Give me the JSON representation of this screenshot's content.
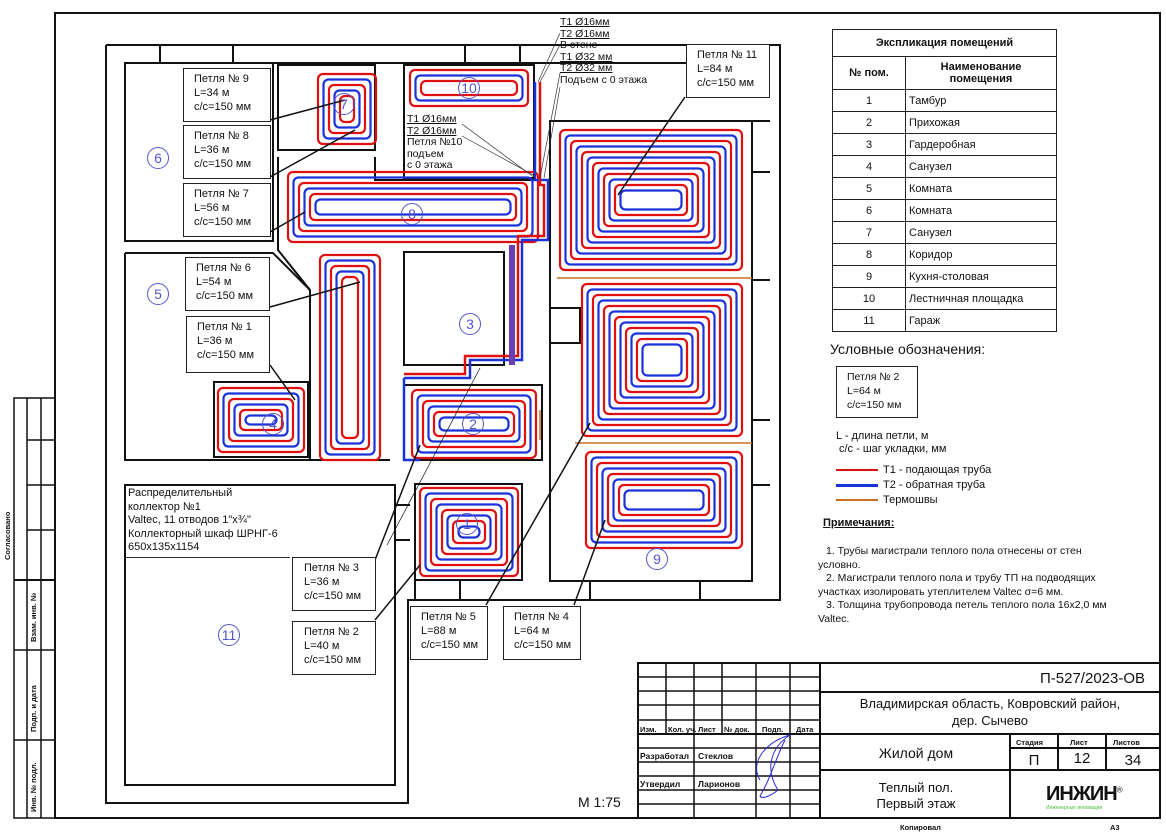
{
  "drawing": {
    "scale_label": "М 1:75",
    "format": "А3",
    "copied_label": "Копировал",
    "agreed_label": "Согласовано",
    "side_fields": [
      "Взам. инв. №",
      "Подп. и дата",
      "Инв. № подл."
    ]
  },
  "colors": {
    "supply": "#e01010",
    "return": "#1a33d9",
    "thermal_joint": "#c8701e",
    "room_number": "#5555cc",
    "logo_green": "#4bbd3a"
  },
  "rooms": [
    {
      "no": "1",
      "name": "Тамбур"
    },
    {
      "no": "2",
      "name": "Прихожая"
    },
    {
      "no": "3",
      "name": "Гардеробная"
    },
    {
      "no": "4",
      "name": "Санузел"
    },
    {
      "no": "5",
      "name": "Комната"
    },
    {
      "no": "6",
      "name": "Комната"
    },
    {
      "no": "7",
      "name": "Санузел"
    },
    {
      "no": "8",
      "name": "Коридор"
    },
    {
      "no": "9",
      "name": "Кухня-столовая"
    },
    {
      "no": "10",
      "name": "Лестничная площадка"
    },
    {
      "no": "11",
      "name": "Гараж"
    }
  ],
  "explication": {
    "title": "Экспликация помещений",
    "col_no": "№ пом.",
    "col_name": "Наименование помещения"
  },
  "loops": {
    "l1": {
      "title": "Петля № 1",
      "length": "L=36 м",
      "step": "с/с=150 мм"
    },
    "l2": {
      "title": "Петля № 2",
      "length": "L=40 м",
      "step": "с/с=150 мм"
    },
    "l3": {
      "title": "Петля № 3",
      "length": "L=36 м",
      "step": "с/с=150 мм"
    },
    "l4": {
      "title": "Петля № 4",
      "length": "L=64 м",
      "step": "с/с=150 мм"
    },
    "l5": {
      "title": "Петля № 5",
      "length": "L=88 м",
      "step": "с/с=150 мм"
    },
    "l6": {
      "title": "Петля № 6",
      "length": "L=54 м",
      "step": "с/с=150 мм"
    },
    "l7": {
      "title": "Петля № 7",
      "length": "L=56 м",
      "step": "с/с=150 мм"
    },
    "l8": {
      "title": "Петля № 8",
      "length": "L=36 м",
      "step": "с/с=150 мм"
    },
    "l9": {
      "title": "Петля № 9",
      "length": "L=34 м",
      "step": "с/с=150 мм"
    },
    "l11": {
      "title": "Петля № 11",
      "length": "L=84 м",
      "step": "с/с=150 мм"
    }
  },
  "annotations": {
    "riser_top": [
      "Т1 Ø16мм",
      "Т2 Ø16мм",
      "В стене",
      "Т1 Ø32 мм",
      "Т2 Ø32 мм",
      "Подъем с 0 этажа"
    ],
    "riser_loop10": [
      "Т1 Ø16мм",
      "Т2 Ø16мм",
      "Петля №10",
      "подъем",
      "с 0 этажа"
    ],
    "collector": [
      "Распределительный",
      "коллектор №1",
      "Valtec, 11 отводов 1\"х¾\"",
      "Коллекторный шкаф ШРНГ-6",
      "650х135х1154"
    ]
  },
  "legend": {
    "title": "Условные обозначения:",
    "sample": {
      "title": "Петля № 2",
      "length": "L=64 м",
      "step": "с/с=150 мм"
    },
    "desc_l": "L - длина петли, м",
    "desc_cc": "с/с - шаг укладки, мм",
    "supply": "Т1 - подающая труба",
    "return": "Т2 - обратная труба",
    "joints": "Термошвы"
  },
  "notes": {
    "title": "Примечания:",
    "items": [
      "1.    Трубы магистрали теплого пола отнесены от стен условно.",
      "2.    Магистрали теплого пола и трубу ТП на подводящих участках изолировать утеплителем Valtec σ=6 мм.",
      "3.    Толщина трубопровода петель теплого пола 16х2,0 мм Valtec."
    ]
  },
  "title_block": {
    "code": "П-527/2023-ОВ",
    "address_1": "Владимирская область, Ковровский район,",
    "address_2": "дер. Сычево",
    "object": "Жилой дом",
    "sheet_title_1": "Теплый пол.",
    "sheet_title_2": "Первый этаж",
    "stage_label": "Стадия",
    "sheet_label": "Лист",
    "sheets_label": "Листов",
    "stage": "П",
    "sheet": "12",
    "sheets": "34",
    "col_headers": [
      "Изм.",
      "Кол. уч.",
      "Лист",
      "№ док.",
      "Подп.",
      "Дата"
    ],
    "developed_label": "Разработал",
    "developed_by": "Стеклов",
    "approved_label": "Утвердил",
    "approved_by": "Ларионов",
    "logo": "ИНЖИН",
    "logo_sub": "Инженерные инновации",
    "logo_reg": "®"
  }
}
